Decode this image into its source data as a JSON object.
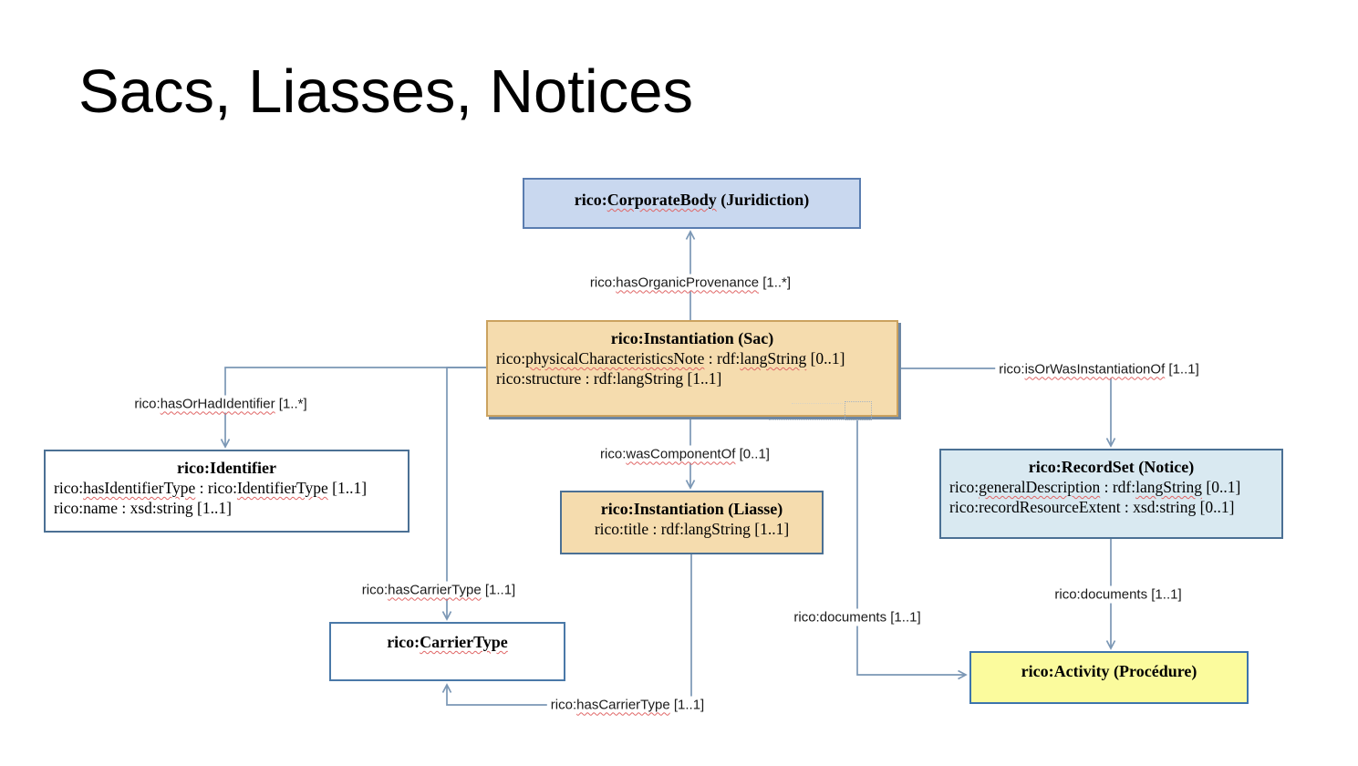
{
  "page": {
    "title": "Sacs, Liasses, Notices"
  },
  "colors": {
    "edge_line": "#7b97b5",
    "squiggle_red": "#e06666",
    "corporate_body_fill": "#c9d8ef",
    "instantiation_fill": "#f5dcae",
    "recordset_fill": "#d9e9f1",
    "activity_fill": "#fbfb9d",
    "white_fill": "#ffffff",
    "box_border_blue": "#4b7094",
    "sac_border_tan": "#cba25f"
  },
  "nodes": {
    "corporate_body": {
      "title": [
        {
          "t": "rico:"
        },
        {
          "t": "CorporateBody",
          "sq": true
        },
        {
          "t": " (Juridiction)"
        }
      ]
    },
    "sac": {
      "title": [
        {
          "t": "rico:Instantiation (Sac)"
        }
      ],
      "props": [
        [
          {
            "t": "rico:"
          },
          {
            "t": "physicalCharacteristicsNote",
            "sq": true
          },
          {
            "t": " : rdf:"
          },
          {
            "t": "langString",
            "sq": true
          },
          {
            "t": " [0..1]"
          }
        ],
        [
          {
            "t": "rico:structure : rdf:langString [1..1]"
          }
        ]
      ]
    },
    "identifier": {
      "title": [
        {
          "t": "rico:Identifier"
        }
      ],
      "props": [
        [
          {
            "t": "rico:"
          },
          {
            "t": "hasIdentifierType",
            "sq": true
          },
          {
            "t": " : rico:"
          },
          {
            "t": "IdentifierType",
            "sq": true
          },
          {
            "t": " [1..1]"
          }
        ],
        [
          {
            "t": "rico:name : xsd:string [1..1]"
          }
        ]
      ]
    },
    "liasse": {
      "title": [
        {
          "t": "rico:Instantiation (Liasse)"
        }
      ],
      "props": [
        [
          {
            "t": "rico:title : rdf:langString [1..1]"
          }
        ]
      ]
    },
    "recordset": {
      "title": [
        {
          "t": "rico:RecordSet (Notice)"
        }
      ],
      "props": [
        [
          {
            "t": "rico:"
          },
          {
            "t": "generalDescription",
            "sq": true
          },
          {
            "t": " : rdf:"
          },
          {
            "t": "langString",
            "sq": true
          },
          {
            "t": " [0..1]"
          }
        ],
        [
          {
            "t": "rico:recordResourceExtent : xsd:string [0..1]"
          }
        ]
      ]
    },
    "carrier_type": {
      "title": [
        {
          "t": "rico:"
        },
        {
          "t": "CarrierType",
          "sq": true
        }
      ]
    },
    "activity": {
      "title": [
        {
          "t": "rico:Activity (Procédure)"
        }
      ]
    }
  },
  "edges": {
    "has_organic_provenance": [
      {
        "t": "rico:"
      },
      {
        "t": "hasOrganicProvenance",
        "sq": true
      },
      {
        "t": " [1..*]"
      }
    ],
    "has_or_had_identifier": [
      {
        "t": "rico:"
      },
      {
        "t": "hasOrHadIdentifier",
        "sq": true
      },
      {
        "t": " [1..*]"
      }
    ],
    "was_component_of": [
      {
        "t": "rico:"
      },
      {
        "t": "wasComponentOf",
        "sq": true
      },
      {
        "t": " [0..1]"
      }
    ],
    "is_or_was_instantiation_of": [
      {
        "t": "rico:"
      },
      {
        "t": "isOrWasInstantiationOf",
        "sq": true
      },
      {
        "t": " [1..1]"
      }
    ],
    "has_carrier_type_top": [
      {
        "t": "rico:"
      },
      {
        "t": "hasCarrierType",
        "sq": true
      },
      {
        "t": " [1..1]"
      }
    ],
    "documents_left": [
      {
        "t": "rico:documents [1..1]"
      }
    ],
    "documents_right": [
      {
        "t": "rico:documents [1..1]"
      }
    ],
    "has_carrier_type_bottom": [
      {
        "t": "rico:"
      },
      {
        "t": "hasCarrierType",
        "sq": true
      },
      {
        "t": " [1..1]"
      }
    ]
  }
}
